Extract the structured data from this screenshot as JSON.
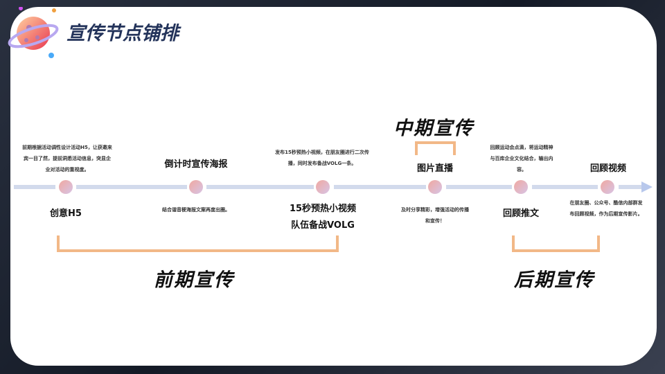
{
  "header": {
    "title": "宣传节点铺排"
  },
  "phases": {
    "early": "前期宣传",
    "mid": "中期宣传",
    "late": "后期宣传"
  },
  "nodes": [
    {
      "title": "创意H5",
      "desc": "前期根据活动调性设计活动H5，让获邀来宾一目了然，提前洞悉活动信息，突显企业对活动的重视度。"
    },
    {
      "title": "倒计时宣传海报",
      "desc": "结合谐音梗海报文案再度出圈。"
    },
    {
      "title": "15秒预热小视频",
      "title2": "队伍备战VOLG",
      "desc": "发布15秒预热小视频，在朋友圈进行二次传播，同时发布备战VOLG一条。"
    },
    {
      "title": "图片直播",
      "desc": "及时分享精彩，增强活动的传播和宣传！"
    },
    {
      "title": "回顾推文",
      "desc": "回顾运动会点滴，将运动精神与百库企业文化结合，输出内容。"
    },
    {
      "title": "回顾视频",
      "desc": "在朋友圈、公众号、酷信内部群发布回顾视频，作为后期宣传影片。"
    }
  ],
  "colors": {
    "accent": "#f2b887",
    "title": "#23335a",
    "line": "#d2daec"
  }
}
